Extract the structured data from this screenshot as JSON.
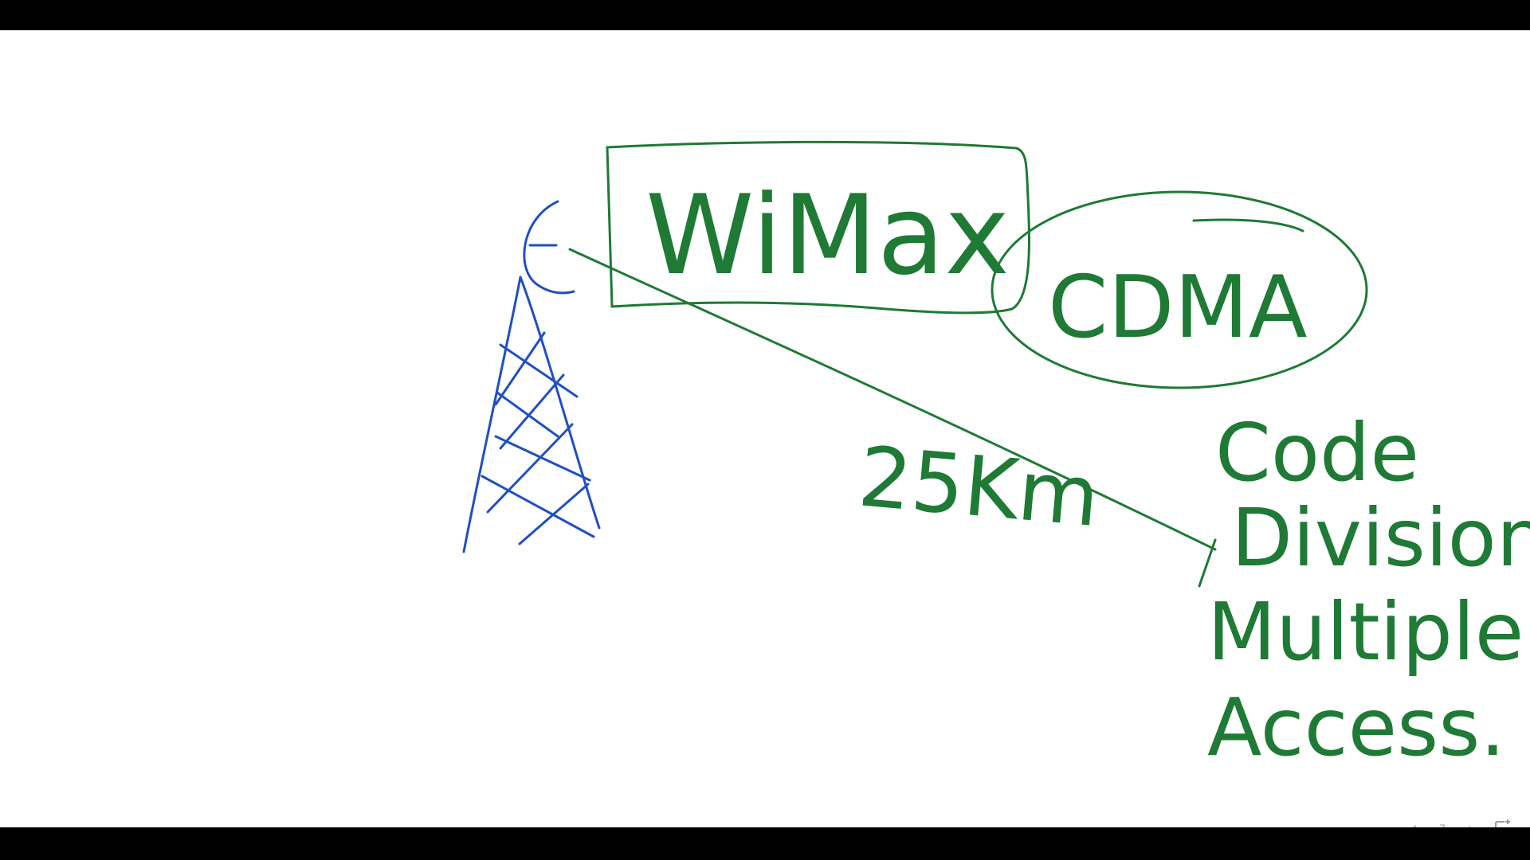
{
  "whiteboard": {
    "labels": {
      "wimax": "WiMax",
      "cdma": "CDMA",
      "distance": "25Km",
      "expansion": [
        "Code",
        "Division",
        "Multiple",
        "Access."
      ]
    },
    "colors": {
      "tower_ink": "#1f4fc1",
      "green_ink": "#1e7a35",
      "background": "#ffffff",
      "letterbox": "#000000"
    }
  },
  "pager": {
    "prev_icon": "chevron-left-icon",
    "page_number": "7",
    "next_icon": "chevron-right-icon",
    "add_page_icon": "add-page-icon"
  }
}
